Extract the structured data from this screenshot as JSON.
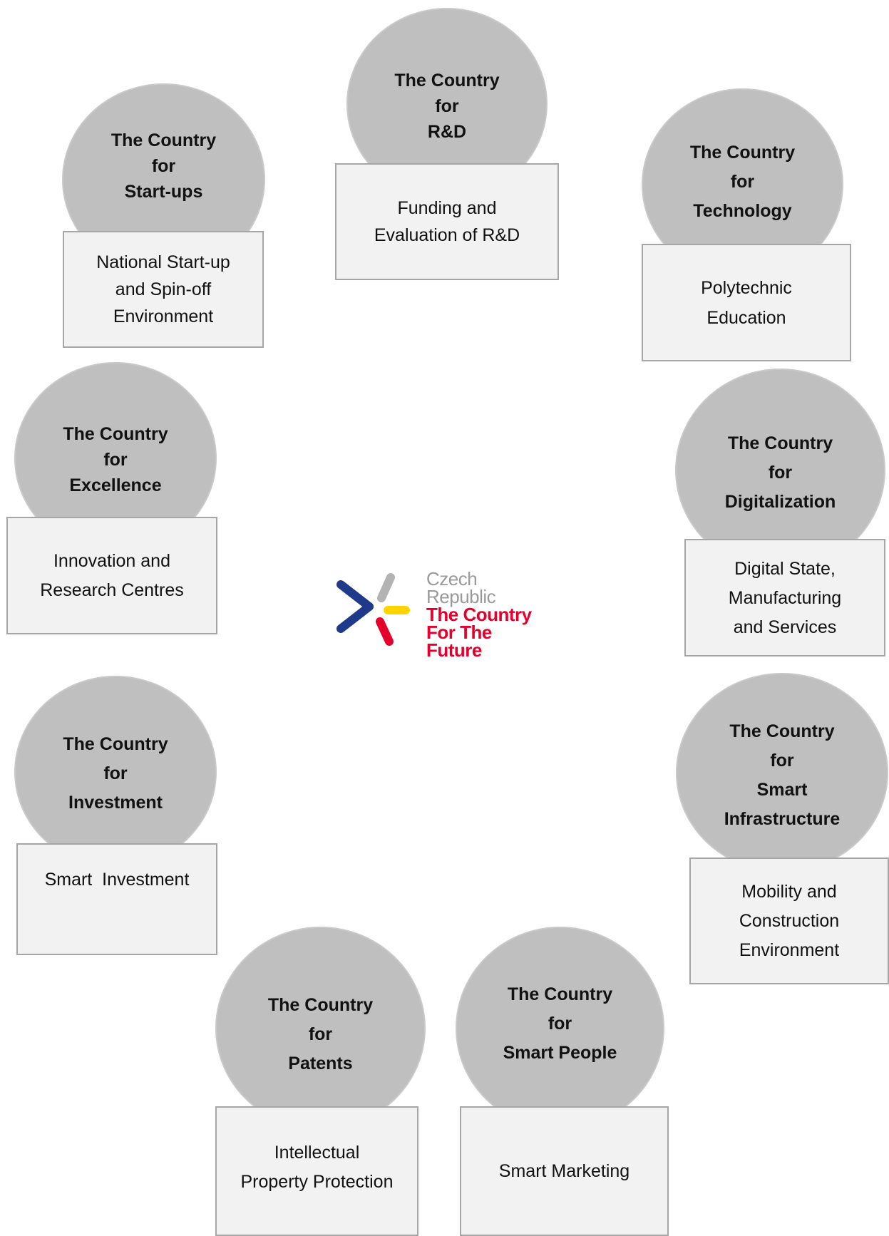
{
  "nodes": [
    {
      "id": "rd",
      "title": [
        "The Country",
        "for",
        "R&D"
      ],
      "description": [
        "Funding and",
        "Evaluation of R&D"
      ]
    },
    {
      "id": "startups",
      "title": [
        "The Country",
        "for",
        "Start-ups"
      ],
      "description": [
        "National Start-up",
        "and Spin-off",
        "Environment"
      ]
    },
    {
      "id": "technology",
      "title": [
        "The Country",
        "for",
        "Technology"
      ],
      "description": [
        "Polytechnic",
        "Education"
      ]
    },
    {
      "id": "excellence",
      "title": [
        "The Country",
        "for",
        "Excellence"
      ],
      "description": [
        "Innovation and",
        "Research Centres"
      ]
    },
    {
      "id": "digitalization",
      "title": [
        "The Country",
        "for",
        "Digitalization"
      ],
      "description": [
        "Digital State,",
        "Manufacturing",
        "and Services"
      ]
    },
    {
      "id": "investment",
      "title": [
        "The Country",
        "for",
        "Investment"
      ],
      "description": [
        "Smart  Investment"
      ]
    },
    {
      "id": "infrastructure",
      "title": [
        "The Country",
        "for",
        "Smart",
        "Infrastructure"
      ],
      "description": [
        "Mobility and",
        "Construction",
        "Environment"
      ]
    },
    {
      "id": "patents",
      "title": [
        "The Country",
        "for",
        "Patents"
      ],
      "description": [
        "Intellectual",
        "Property Protection"
      ]
    },
    {
      "id": "smart-people",
      "title": [
        "The Country",
        "for",
        "Smart People"
      ],
      "description": [
        "Smart Marketing"
      ]
    }
  ],
  "logo": {
    "line1": "Czech",
    "line2": "Republic",
    "line3": "The Country",
    "line4": "For The Future",
    "colors": {
      "blue": "#1f3a8a",
      "grey": "#b3b3b3",
      "yellow": "#ffd400",
      "red": "#e4002b"
    }
  }
}
